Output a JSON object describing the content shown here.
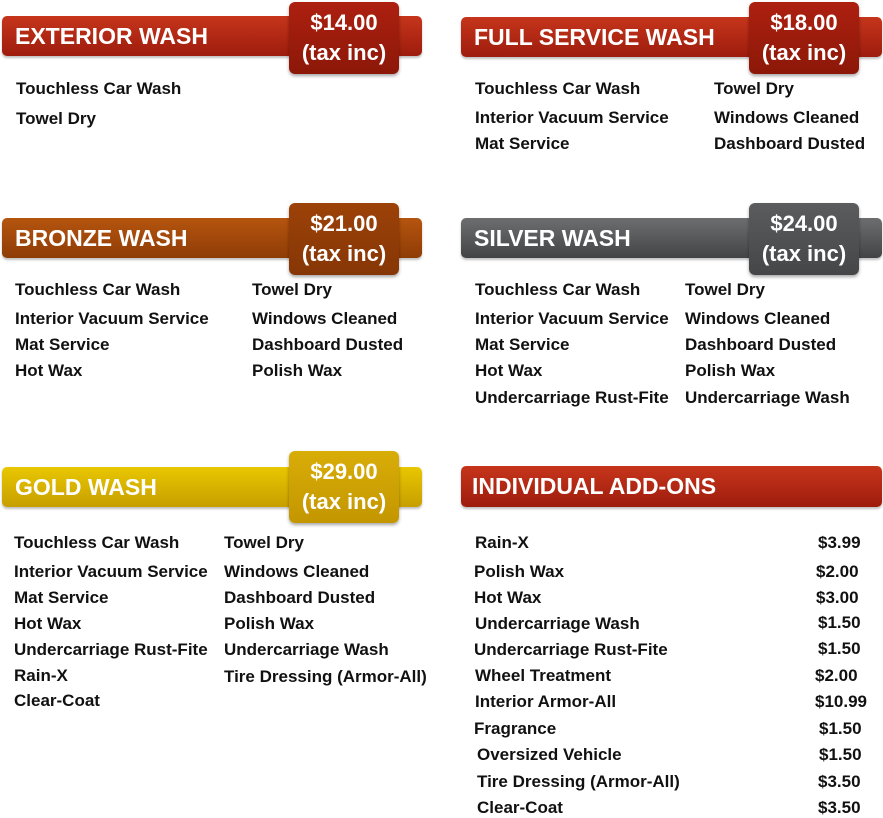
{
  "exterior": {
    "title": "EXTERIOR WASH",
    "price": "$14.00",
    "tax": "(tax inc)",
    "items": [
      "Touchless Car Wash",
      "Towel Dry"
    ]
  },
  "full_service": {
    "title": "FULL SERVICE WASH",
    "price": "$18.00",
    "tax": "(tax inc)",
    "items_left": [
      "Touchless Car Wash",
      "Interior Vacuum Service",
      "Mat Service"
    ],
    "items_right": [
      "Towel Dry",
      "Windows Cleaned",
      "Dashboard Dusted"
    ]
  },
  "bronze": {
    "title": "BRONZE WASH",
    "price": "$21.00",
    "tax": "(tax inc)",
    "items_left": [
      "Touchless Car Wash",
      "Interior Vacuum Service",
      "Mat Service",
      "Hot Wax"
    ],
    "items_right": [
      "Towel Dry",
      "Windows Cleaned",
      "Dashboard Dusted",
      "Polish Wax"
    ]
  },
  "silver": {
    "title": "SILVER WASH",
    "price": "$24.00",
    "tax": "(tax inc)",
    "items_left": [
      "Touchless Car Wash",
      "Interior Vacuum Service",
      "Mat Service",
      "Hot Wax",
      "Undercarriage Rust-Fite"
    ],
    "items_right": [
      "Towel Dry",
      "Windows Cleaned",
      "Dashboard Dusted",
      "Polish Wax",
      "Undercarriage Wash"
    ]
  },
  "gold": {
    "title": "GOLD WASH",
    "price": "$29.00",
    "tax": "(tax inc)",
    "items_left": [
      "Touchless Car Wash",
      "Interior Vacuum Service",
      "Mat Service",
      "Hot Wax",
      "Undercarriage Rust-Fite",
      "Rain-X",
      "Clear-Coat"
    ],
    "items_right": [
      "Towel Dry",
      "Windows Cleaned",
      "Dashboard Dusted",
      "Polish Wax",
      "Undercarriage Wash",
      "Tire Dressing (Armor-All)"
    ]
  },
  "addons": {
    "title": "INDIVIDUAL ADD-ONS",
    "items": [
      {
        "name": "Rain-X",
        "price": "$3.99"
      },
      {
        "name": "Polish Wax",
        "price": "$2.00"
      },
      {
        "name": "Hot Wax",
        "price": "$3.00"
      },
      {
        "name": "Undercarriage Wash",
        "price": "$1.50"
      },
      {
        "name": "Undercarriage Rust-Fite",
        "price": "$1.50"
      },
      {
        "name": "Wheel Treatment",
        "price": "$2.00"
      },
      {
        "name": "Interior Armor-All",
        "price": "$10.99"
      },
      {
        "name": "Fragrance",
        "price": "$1.50"
      },
      {
        "name": "Oversized Vehicle",
        "price": "$1.50"
      },
      {
        "name": "Tire Dressing (Armor-All)",
        "price": "$3.50"
      },
      {
        "name": "Clear-Coat",
        "price": "$3.50"
      }
    ]
  },
  "colors": {
    "red": "#b0260f",
    "bronze": "#9e470b",
    "silver": "#58595b",
    "gold": "#dcb600"
  }
}
